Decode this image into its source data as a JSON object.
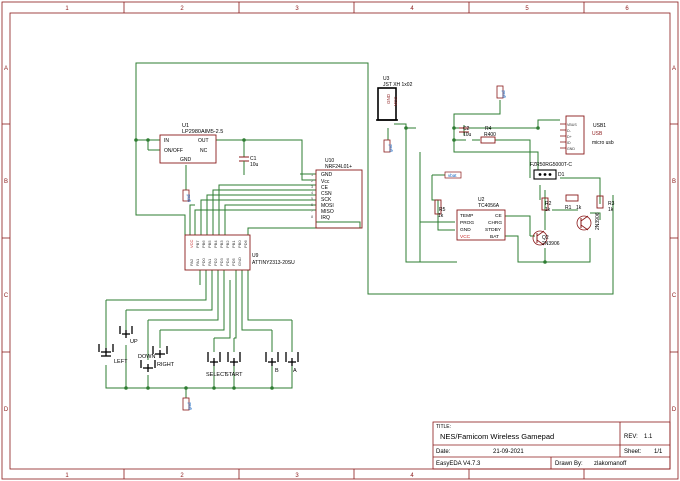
{
  "frame": {
    "cols": [
      "1",
      "2",
      "3",
      "4",
      "5",
      "6"
    ],
    "rows": [
      "A",
      "B",
      "C",
      "D"
    ]
  },
  "components": {
    "u1": {
      "ref": "U1",
      "part": "LP2980AIM5-2.5",
      "pins": {
        "in": "IN",
        "onoff": "ON/OFF",
        "gnd": "GND",
        "out": "OUT",
        "nc": "NC"
      }
    },
    "c1": {
      "ref": "C1",
      "value": "10u"
    },
    "u3": {
      "ref": "U3",
      "part": "JST XH 1x02",
      "pins": {
        "gnd": "GND",
        "vcc": "VCC"
      }
    },
    "c2": {
      "ref": "C2",
      "value": "10u"
    },
    "r4": {
      "ref": "R4",
      "value": "R400"
    },
    "usb1": {
      "ref": "USB1",
      "name": "USB",
      "part": "micro usb",
      "pins": [
        "VBUS",
        "D-",
        "D+",
        "ID",
        "GND"
      ]
    },
    "d1": {
      "ref": "D1",
      "part": "FZR50RG5000T-C"
    },
    "u10": {
      "ref": "U10",
      "part": "NRF24L01+",
      "pins": [
        "GND",
        "Vcc",
        "CE",
        "CSN",
        "SCK",
        "MOSI",
        "MISO",
        "IRQ"
      ],
      "nums": [
        "1",
        "2",
        "3",
        "4",
        "5",
        "6",
        "7",
        "8"
      ]
    },
    "u2": {
      "ref": "U2",
      "part": "TC4056A",
      "pins_left": [
        "TEMP",
        "PROG",
        "GND",
        "VCC"
      ],
      "pins_right": [
        "CE",
        "CHRG",
        "STDBY",
        "BAT"
      ]
    },
    "r5": {
      "ref": "R5",
      "value": "1k"
    },
    "r2": {
      "ref": "R2",
      "value": "1k"
    },
    "r1": {
      "ref": "R1",
      "value": "1k"
    },
    "r3": {
      "ref": "R3",
      "value": "1k"
    },
    "q2": {
      "ref": "Q2",
      "part": "2N3906"
    },
    "q1": {
      "part": "2N3906"
    },
    "u9": {
      "ref": "U9",
      "part": "ATTINY2313-20SU",
      "pins_top": [
        "VCC",
        "PB7",
        "PB6",
        "PB5",
        "PB4",
        "PB3",
        "PB2",
        "PB1",
        "PB0",
        "PD6"
      ],
      "pins_bottom": [
        "PA2",
        "PA1",
        "PD0",
        "PA1",
        "PD2",
        "PD3",
        "PD4",
        "PD5",
        "GND"
      ]
    },
    "gnd_label": "gnd",
    "vbat_label": "vbat"
  },
  "buttons": [
    "LEFT",
    "UP",
    "DOWN",
    "RIGHT",
    "SELECT",
    "START",
    "B",
    "A"
  ],
  "title_block": {
    "title_label": "TITLE:",
    "title": "NES/Famicom Wireless Gamepad",
    "rev_label": "REV:",
    "rev": "1.1",
    "date_label": "Date:",
    "date": "21-09-2021",
    "sheet_label": "Sheet:",
    "sheet": "1/1",
    "tool": "EasyEDA V4.7.3",
    "drawn_label": "Drawn By:",
    "drawn": "zlakomanoff"
  },
  "colors": {
    "frame": "#8b1a1a",
    "wire": "#2e7d32",
    "part": "#8b1a1a",
    "pin": "#c62828",
    "text": "#000000",
    "net": "#1565c0"
  }
}
